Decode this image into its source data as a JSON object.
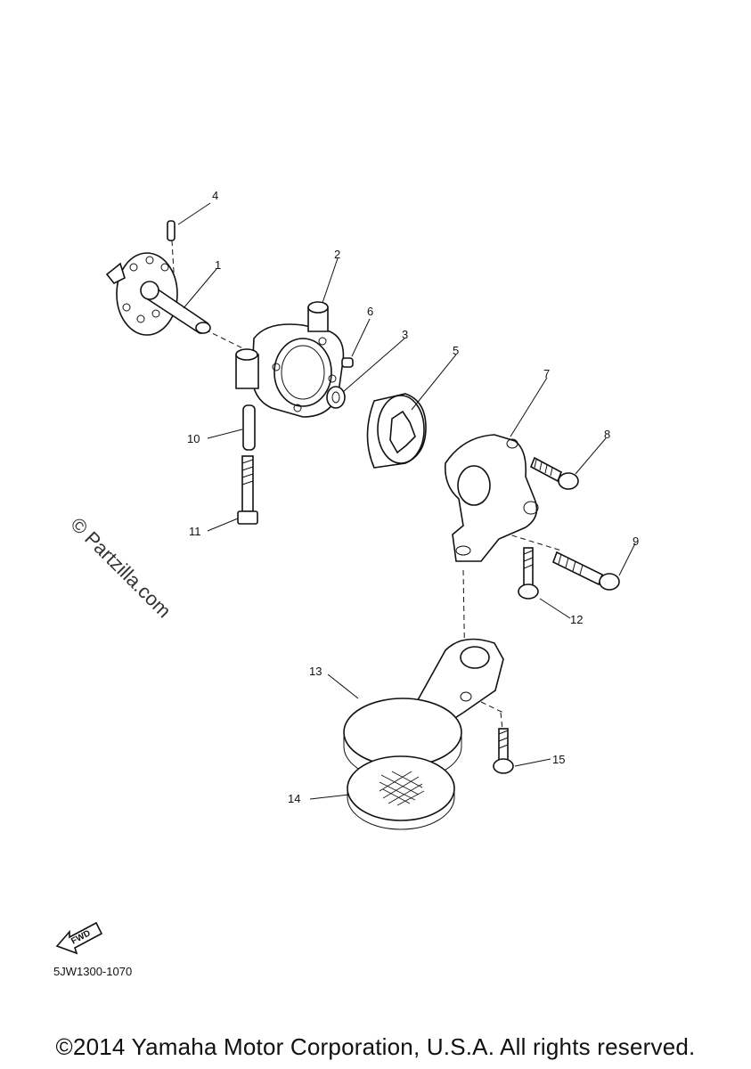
{
  "diagram": {
    "callouts": [
      "1",
      "2",
      "3",
      "4",
      "5",
      "6",
      "7",
      "8",
      "9",
      "10",
      "11",
      "12",
      "13",
      "14",
      "15"
    ],
    "watermark": "© Partzilla.com",
    "direction_badge": "FWD",
    "diagram_code": "5JW1300-1070"
  },
  "footer": {
    "copyright": "©2014 Yamaha Motor Corporation, U.S.A. All rights reserved."
  }
}
